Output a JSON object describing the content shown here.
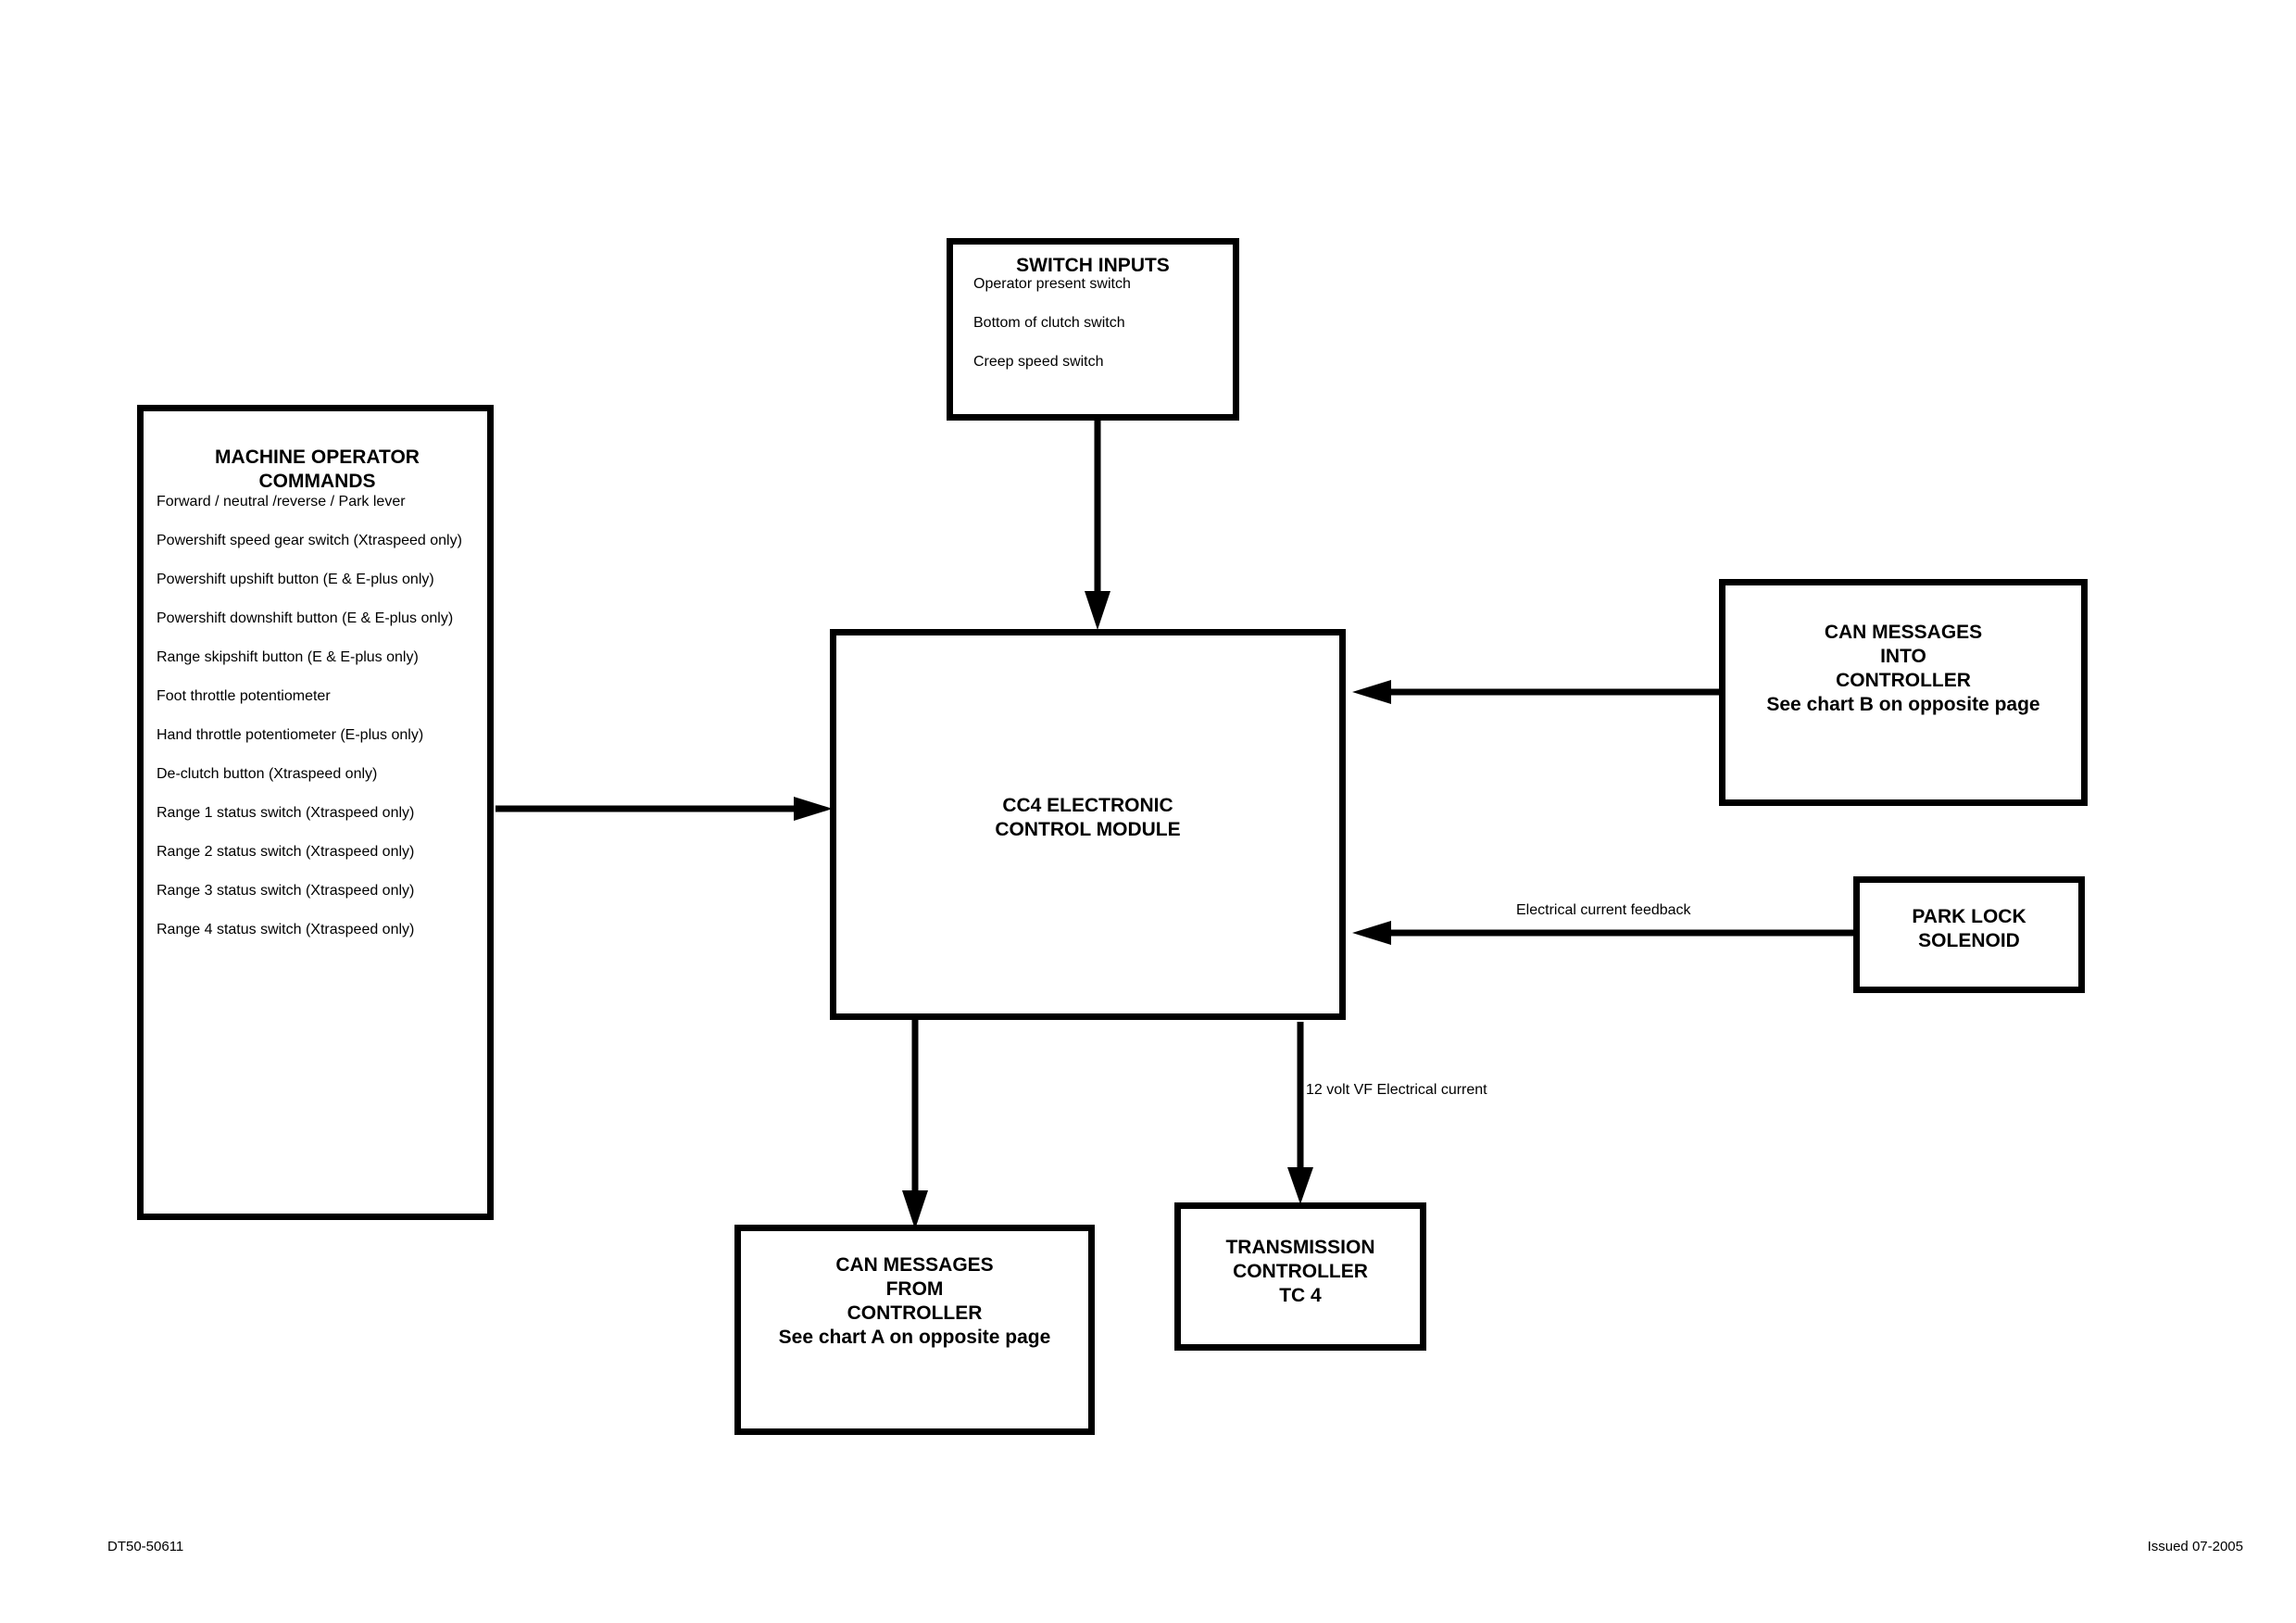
{
  "switch_inputs": {
    "title": "SWITCH INPUTS",
    "items": [
      "Operator present switch",
      "Bottom of clutch switch",
      "Creep speed switch"
    ]
  },
  "machine_operator": {
    "title": "MACHINE OPERATOR\nCOMMANDS",
    "items": [
      "Forward / neutral /reverse / Park lever",
      "Powershift speed gear switch (Xtraspeed only)",
      "Powershift upshift button (E & E-plus only)",
      "Powershift downshift button (E & E-plus only)",
      "Range skipshift button (E & E-plus only)",
      "Foot throttle potentiometer",
      "Hand throttle potentiometer (E-plus only)",
      "De-clutch button (Xtraspeed only)",
      "Range 1 status switch (Xtraspeed only)",
      "Range 2 status switch (Xtraspeed only)",
      "Range 3 status switch (Xtraspeed only)",
      "Range 4 status switch (Xtraspeed only)"
    ]
  },
  "cc4_module": {
    "title": "CC4 ELECTRONIC\nCONTROL MODULE"
  },
  "can_into": {
    "title": "CAN MESSAGES\nINTO\nCONTROLLER\nSee chart B on opposite page"
  },
  "park_lock": {
    "title": "PARK LOCK\nSOLENOID"
  },
  "can_from": {
    "title": "CAN MESSAGES\nFROM\nCONTROLLER\nSee chart A on opposite page"
  },
  "transmission": {
    "title": "TRANSMISSION\nCONTROLLER\nTC 4"
  },
  "labels": {
    "feedback": "Electrical current feedback",
    "current": "12 volt VF Electrical current"
  },
  "footer": {
    "doc_id": "DT50-50611",
    "issued": "Issued 07-2005"
  }
}
